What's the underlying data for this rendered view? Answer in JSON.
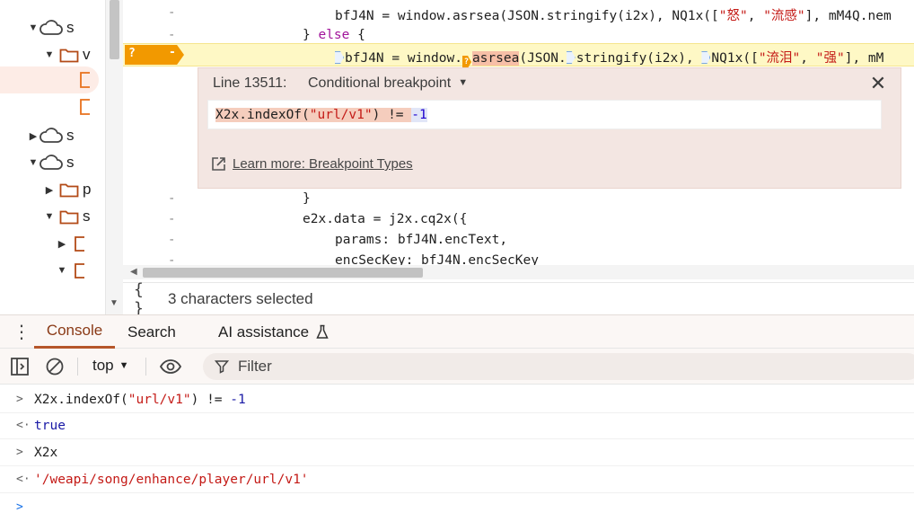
{
  "nav_tree": {
    "items": [
      {
        "label": "s",
        "kind": "cloud",
        "expanded": true
      },
      {
        "label": "v",
        "kind": "folder",
        "expanded": true
      },
      {
        "label": "",
        "kind": "file",
        "selected": true
      },
      {
        "label": "",
        "kind": "file"
      },
      {
        "label": "s",
        "kind": "cloud",
        "expanded": false
      },
      {
        "label": "s",
        "kind": "cloud",
        "expanded": true
      },
      {
        "label": "p",
        "kind": "folder",
        "expanded": false
      },
      {
        "label": "s",
        "kind": "folder",
        "expanded": true
      },
      {
        "label": "",
        "kind": "file-folder",
        "expanded": false
      },
      {
        "label": "",
        "kind": "file-folder",
        "expanded": true
      }
    ]
  },
  "editor": {
    "gutter_marker": "-",
    "breakpoint_marker": {
      "question": "?",
      "dash": "-"
    },
    "code": {
      "line1_a": "bfJ4N = window.asrsea(JSON.stringify(i2x), NQ1x([",
      "line1_s1": "\"怒\"",
      "line1_b": ", ",
      "line1_s2": "\"流感\"",
      "line1_c": "], mM4Q.nem",
      "line2_a": "} ",
      "line2_kw": "else",
      "line2_b": " {",
      "bp_p1": "bfJ4N = window.",
      "bp_active": "?",
      "bp_sel": "asrsea",
      "bp_p2": "(JSON.",
      "bp_p3": "stringify(i2x), ",
      "bp_p4": "NQ1x([",
      "bp_s1": "\"流泪\"",
      "bp_p5": ", ",
      "bp_s2": "\"强\"",
      "bp_p6": "], mM",
      "line4": "}",
      "line5": "e2x.data = j2x.cq2x({",
      "line6": "params: bfJ4N.encText,",
      "line7": "encSecKey: bfJ4N.encSecKey"
    }
  },
  "breakpoint_editor": {
    "line_label": "Line 13511:",
    "type_label": "Conditional breakpoint",
    "close_glyph": "✕",
    "condition": {
      "pre": "X2x.indexOf(",
      "str": "\"url/v1\"",
      "mid": ") != ",
      "num": "-1"
    },
    "learn_more": "Learn more: Breakpoint Types"
  },
  "status_bar": {
    "braces": "{ }",
    "selection_text": "3 characters selected"
  },
  "drawer": {
    "menu_glyph": "⋮",
    "tabs": {
      "console": "Console",
      "search": "Search",
      "ai": "AI assistance"
    }
  },
  "console_toolbar": {
    "context": "top",
    "filter_label": "Filter"
  },
  "console": {
    "in1_pre": "X2x.indexOf(",
    "in1_str": "\"url/v1\"",
    "in1_mid": ") != ",
    "in1_num": "-1",
    "out1": "true",
    "in2": "X2x",
    "out2": "'/weapi/song/enhance/player/url/v1'",
    "prefix_in": ">",
    "prefix_out": "<·",
    "prompt": ">"
  },
  "colors": {
    "accent_console_tab": "#b6562a",
    "breakpoint": "#f29900",
    "string": "#c41a16",
    "keyword": "#a1139a",
    "number": "#1c00cf"
  }
}
